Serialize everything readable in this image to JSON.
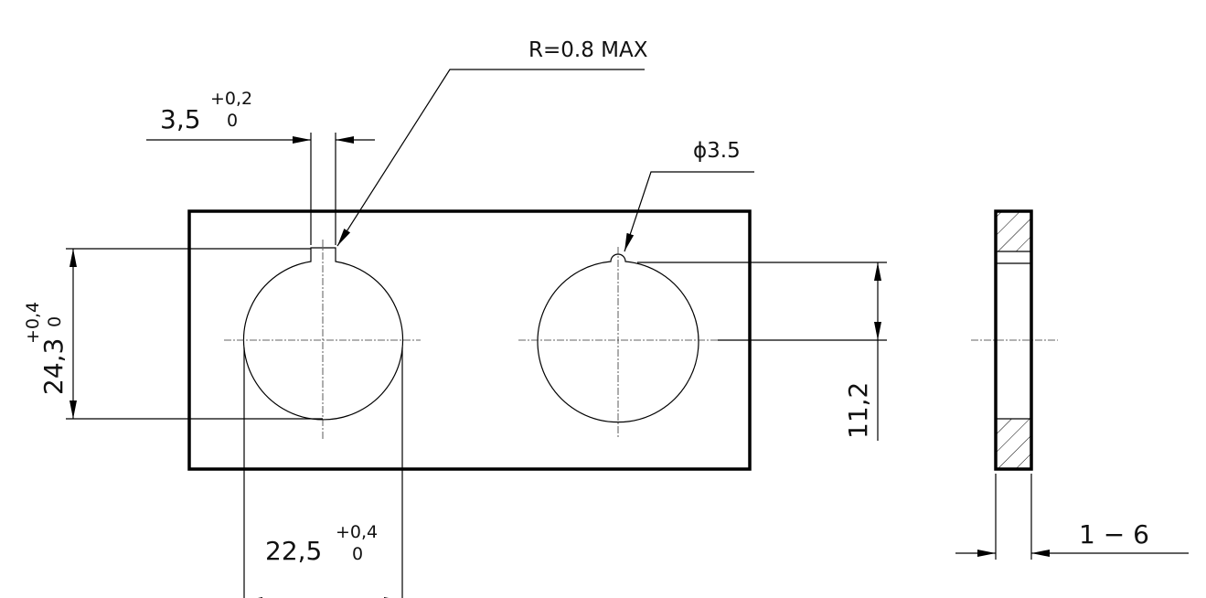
{
  "dimensions": {
    "slot_width": {
      "value": "3,5",
      "upper_tol": "+0,2",
      "lower_tol": "0"
    },
    "notch_radius": {
      "label": "R=0.8 MAX"
    },
    "small_hole": {
      "label": "ϕ3.5"
    },
    "height": {
      "value": "24,3",
      "upper_tol": "+0,4",
      "lower_tol": "0"
    },
    "offset": {
      "value": "11,2"
    },
    "diameter": {
      "value": "22,5",
      "upper_tol": "+0,4",
      "lower_tol": "0"
    },
    "thickness": {
      "value": "1 − 6"
    }
  }
}
